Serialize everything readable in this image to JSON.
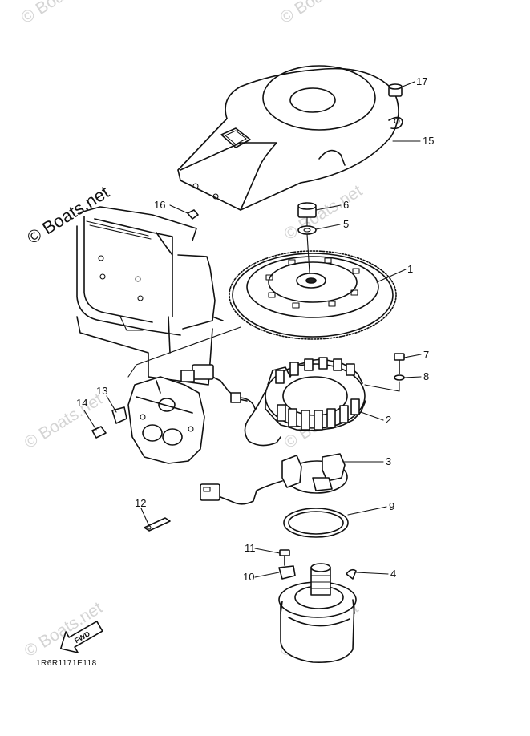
{
  "watermark": {
    "text": "© Boats.net",
    "main_text": "© Boats.net"
  },
  "diagram_code": "1R6R1171E118",
  "fwd_label": "FWD",
  "part_numbers": [
    "1",
    "2",
    "3",
    "4",
    "5",
    "6",
    "7",
    "8",
    "9",
    "10",
    "11",
    "12",
    "13",
    "14",
    "15",
    "16",
    "17"
  ]
}
